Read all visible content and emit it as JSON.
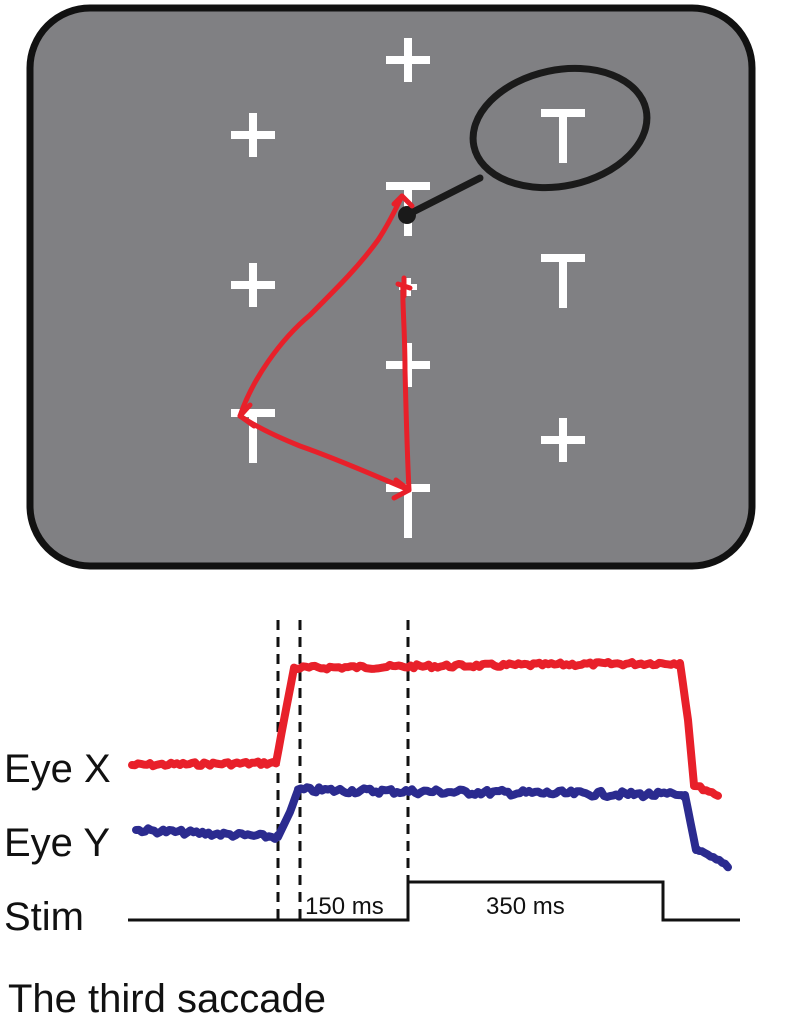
{
  "display": {
    "items": [
      {
        "symbol": "+",
        "kind": "distractor"
      },
      {
        "symbol": "+",
        "kind": "distractor"
      },
      {
        "symbol": "T",
        "kind": "target"
      },
      {
        "symbol": "T",
        "kind": "target"
      },
      {
        "symbol": "+",
        "kind": "distractor"
      },
      {
        "symbol": "T",
        "kind": "target"
      },
      {
        "symbol": "+",
        "kind": "distractor"
      },
      {
        "symbol": "+",
        "kind": "distractor"
      },
      {
        "symbol": "T",
        "kind": "target"
      },
      {
        "symbol": "+",
        "kind": "distractor"
      },
      {
        "symbol": "T",
        "kind": "target"
      }
    ],
    "colors": {
      "background": "#808083",
      "frame": "#111111",
      "stimulus": "#ffffff",
      "scanpath": "#e8202a",
      "receptive_field": "#1a1a1a"
    }
  },
  "traces": {
    "eye_x_label": "Eye X",
    "eye_y_label": "Eye Y",
    "stim_label": "Stim",
    "delay_label": "150 ms",
    "stim_duration_label": "350 ms",
    "colors": {
      "eye_x": "#e8202a",
      "eye_y": "#2b2b8f",
      "stim": "#111111"
    }
  },
  "caption": "The third saccade"
}
